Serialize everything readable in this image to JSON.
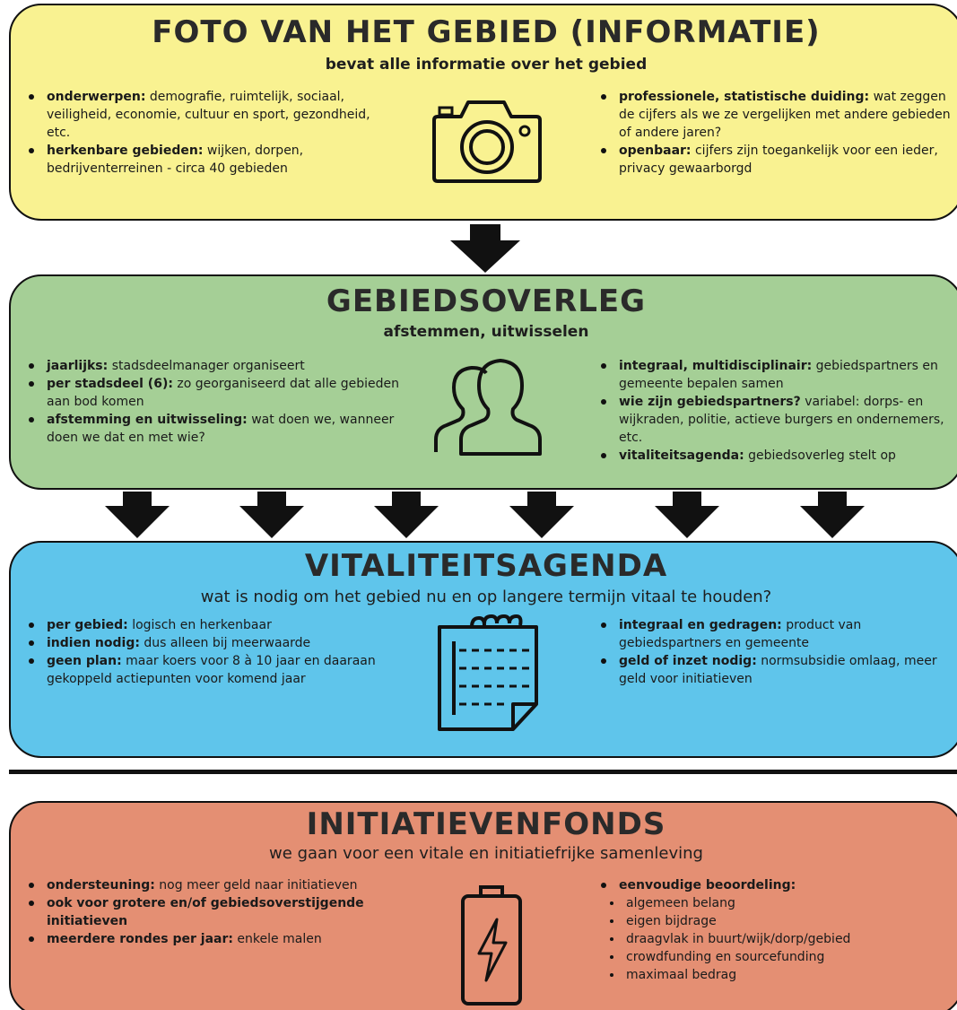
{
  "panels": [
    {
      "title": "FOTO VAN HET GEBIED (INFORMATIE)",
      "subtitle": "bevat alle informatie over het gebied",
      "icon": "camera-icon",
      "color": "#f9f291",
      "left": [
        {
          "bold": "onderwerpen:",
          "text": " demografie, ruimtelijk, sociaal, veiligheid, economie, cultuur en sport, gezondheid, etc."
        },
        {
          "bold": "herkenbare gebieden:",
          "text": " wijken, dorpen, bedrijventerreinen - circa 40 gebieden"
        }
      ],
      "right": [
        {
          "bold": "professionele, statistische duiding:",
          "text": " wat zeggen de cijfers als we ze vergelijken met andere gebieden of andere jaren?"
        },
        {
          "bold": "openbaar:",
          "text": " cijfers zijn toegankelijk voor een ieder, privacy gewaarborgd"
        }
      ]
    },
    {
      "title": "GEBIEDSOVERLEG",
      "subtitle": "afstemmen, uitwisselen",
      "icon": "people-icon",
      "color": "#a5cf96",
      "left": [
        {
          "bold": "jaarlijks:",
          "text": " stadsdeelmanager organiseert"
        },
        {
          "bold": "per stadsdeel (6):",
          "text": " zo georganiseerd dat alle gebieden aan bod komen"
        },
        {
          "bold": "afstemming en uitwisseling:",
          "text": " wat doen we, wanneer doen we dat en met wie?"
        }
      ],
      "right": [
        {
          "bold": "integraal, multidisciplinair:",
          "text": " gebiedspartners en gemeente bepalen samen"
        },
        {
          "bold": "wie zijn gebiedspartners?",
          "text": " variabel: dorps- en wijkraden, politie, actieve burgers en ondernemers, etc."
        },
        {
          "bold": "vitaliteitsagenda:",
          "text": " gebiedsoverleg stelt op"
        }
      ]
    },
    {
      "title": "VITALITEITSAGENDA",
      "subtitle": "wat is nodig om het gebied nu en op langere termijn vitaal te houden?",
      "icon": "notepad-icon",
      "color": "#5fc5eb",
      "left": [
        {
          "bold": "per gebied:",
          "text": " logisch en herkenbaar"
        },
        {
          "bold": "indien nodig:",
          "text": " dus alleen bij meerwaarde"
        },
        {
          "bold": "geen plan:",
          "text": " maar koers voor 8 à 10 jaar en daaraan gekoppeld actiepunten voor komend jaar"
        }
      ],
      "right": [
        {
          "bold": "integraal en gedragen:",
          "text": " product van gebiedspartners en gemeente"
        },
        {
          "bold": "geld of inzet nodig:",
          "text": " normsubsidie omlaag, meer geld voor initiatieven"
        }
      ]
    },
    {
      "title": "INITIATIEVENFONDS",
      "subtitle": "we gaan voor een vitale en initiatiefrijke samenleving",
      "icon": "battery-icon",
      "color": "#e48f73",
      "left": [
        {
          "bold": "ondersteuning:",
          "text": " nog meer geld naar initiatieven"
        },
        {
          "bold": "ook voor grotere en/of gebiedsoverstijgende initiatieven",
          "text": ""
        },
        {
          "bold": "meerdere rondes per jaar:",
          "text": " enkele malen"
        }
      ],
      "right_heading": "eenvoudige beoordeling:",
      "right_items": [
        "algemeen belang",
        "eigen bijdrage",
        "draagvlak in buurt/wijk/dorp/gebied",
        "crowdfunding en sourcefunding",
        "maximaal bedrag"
      ]
    }
  ],
  "arrows": {
    "icon": "down-arrow-icon",
    "count_top": 1,
    "count_middle": 6
  }
}
